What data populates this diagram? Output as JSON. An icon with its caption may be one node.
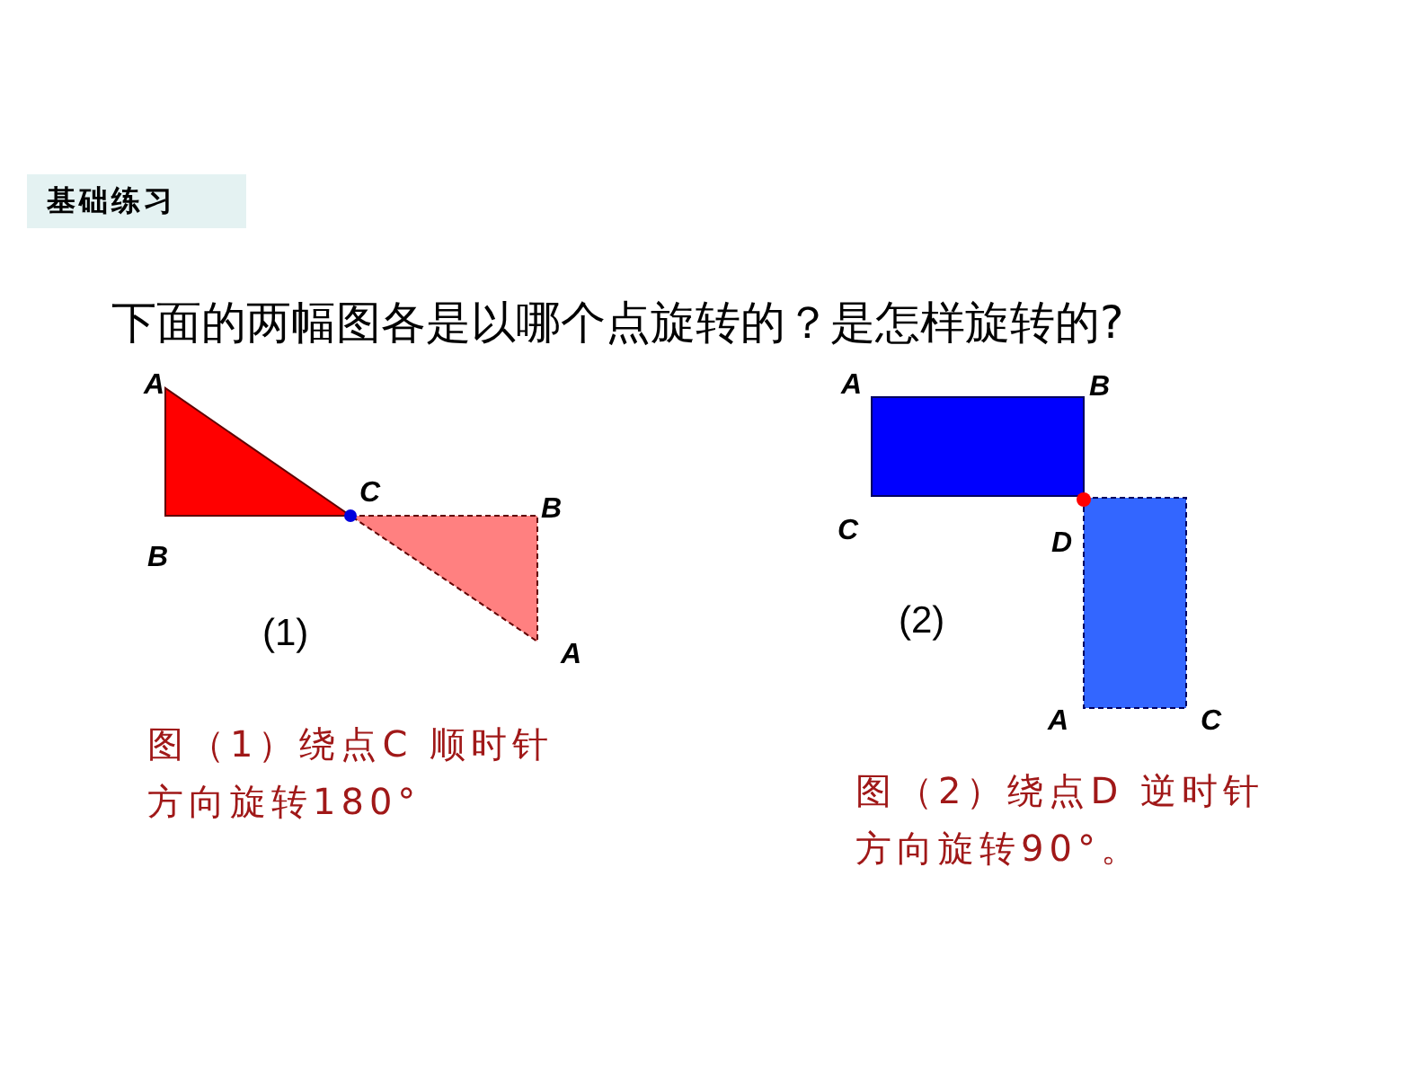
{
  "diagram": {
    "labels": [
      "基础练习",
      "下面的两幅图各是以哪个点旋转的？是怎样旋转的?",
      "A",
      "A",
      "B",
      "C",
      "B",
      "B",
      "C",
      "D",
      "(1)",
      "(2)",
      "A",
      "A",
      "C",
      "图（1）绕点C 顺时针方向旋转180°",
      "图（2）绕点D 逆时针方向旋转90°。"
    ]
  }
}
